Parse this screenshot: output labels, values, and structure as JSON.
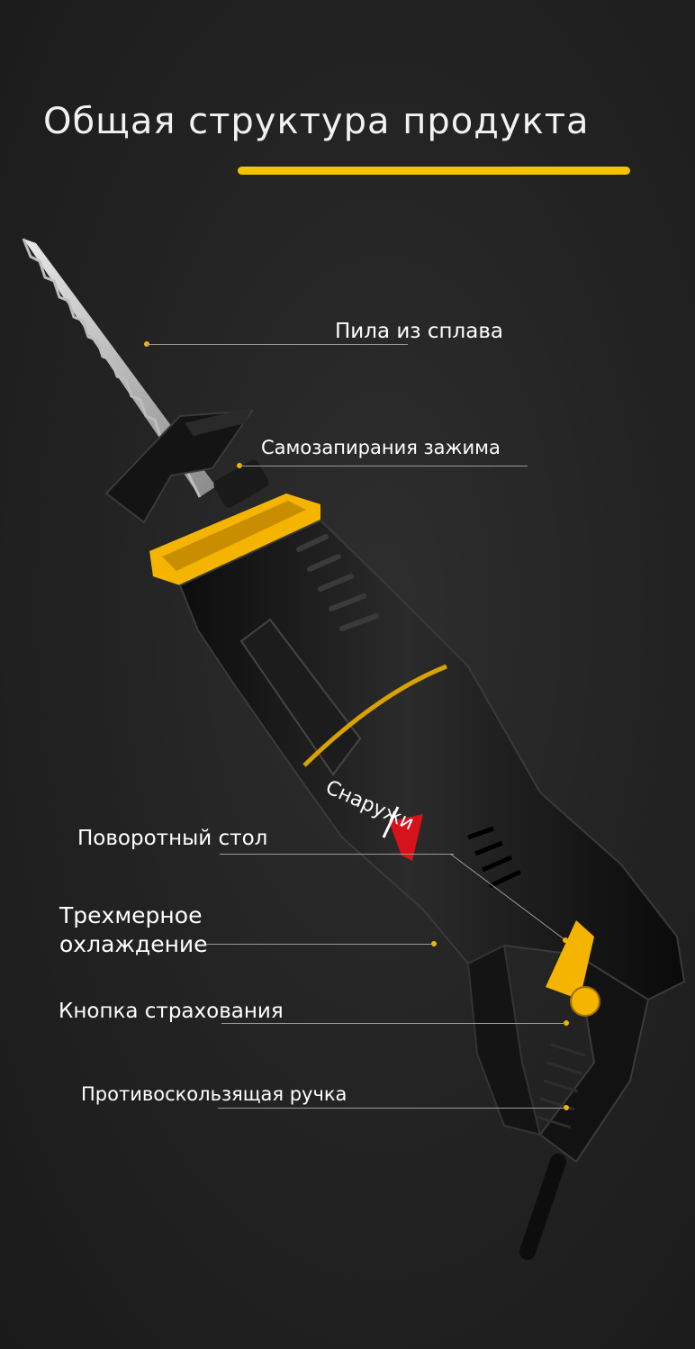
{
  "title": "Общая структура продукта",
  "overlay_text": "Снаружи",
  "accent_color": "#f5c400",
  "labels": [
    {
      "text": "Пила из сплава"
    },
    {
      "text": "Самозапирания зажима"
    },
    {
      "text": "Поворотный стол"
    },
    {
      "text_line1": "Трехмерное",
      "text_line2": "охлаждение"
    },
    {
      "text": "Кнопка страхования"
    },
    {
      "text": "Противоскользящая ручка"
    }
  ]
}
